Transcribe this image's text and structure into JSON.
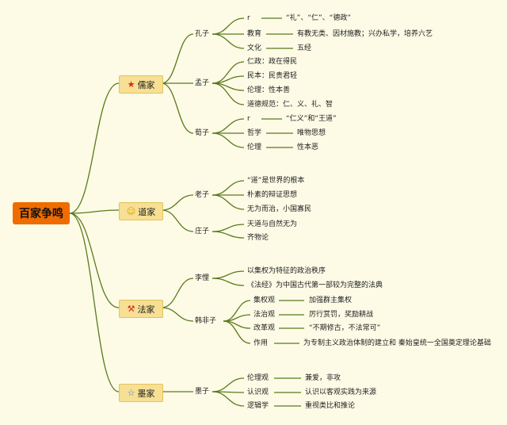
{
  "root": "百家争鸣",
  "schools": {
    "ru": {
      "name": "儒家",
      "icon": "star-icon",
      "icon_glyph": "★",
      "icon_color": "#e0241b"
    },
    "dao": {
      "name": "道家",
      "icon": "sun-face-icon",
      "icon_glyph": "☺",
      "icon_color": "#d9a400"
    },
    "fa": {
      "name": "法家",
      "icon": "hammer-sickle-icon",
      "icon_glyph": "⚒",
      "icon_color": "#d8241b"
    },
    "mo": {
      "name": "墨家",
      "icon": "outline-star-icon",
      "icon_glyph": "☆",
      "icon_color": "#2f7fd8"
    }
  },
  "people": {
    "kongzi": "孔子",
    "mengzi": "孟子",
    "xunzi": "荀子",
    "laozi": "老子",
    "zhuangzi": "庄子",
    "likui": "李悝",
    "hanfeizi": "韩非子",
    "mozi": "墨子"
  },
  "kongzi": [
    {
      "key": "r",
      "value": "“礼”、“仁”、“德政”"
    },
    {
      "key": "教育",
      "value": "有教无类、因材施教；兴办私学，培养六艺"
    },
    {
      "key": "文化",
      "value": "五经"
    }
  ],
  "mengzi": [
    "仁政：政在得民",
    "民本：民贵君轻",
    "伦理：性本善",
    "道德规范：仁、义、礼、智"
  ],
  "xunzi": [
    {
      "key": "r",
      "value": "“仁义”和“王道”"
    },
    {
      "key": "哲学",
      "value": "唯物思想"
    },
    {
      "key": "伦理",
      "value": "性本恶"
    }
  ],
  "laozi": [
    "“道”是世界的根本",
    "朴素的辩证思想",
    "无为而治，小国寡民"
  ],
  "zhuangzi": [
    "天道与自然无为",
    "齐物论"
  ],
  "likui": [
    "以集权为特征的政治秩序",
    "《法经》为中国古代第一部较为完整的法典"
  ],
  "hanfeizi": [
    {
      "key": "集权观",
      "value": "加强群主集权"
    },
    {
      "key": "法治观",
      "value": "厉行赏罚，奖励耕战"
    },
    {
      "key": "改革观",
      "value": "“不期修古，不法常可”"
    },
    {
      "key": "作用",
      "value": "为专制主义政治体制的建立和 秦始皇统一全国奠定理论基础"
    }
  ],
  "mozi": [
    {
      "key": "伦理观",
      "value": "兼爱，非攻"
    },
    {
      "key": "认识观",
      "value": "认识以客观实践为来源"
    },
    {
      "key": "逻辑学",
      "value": "重视类比和推论"
    }
  ]
}
